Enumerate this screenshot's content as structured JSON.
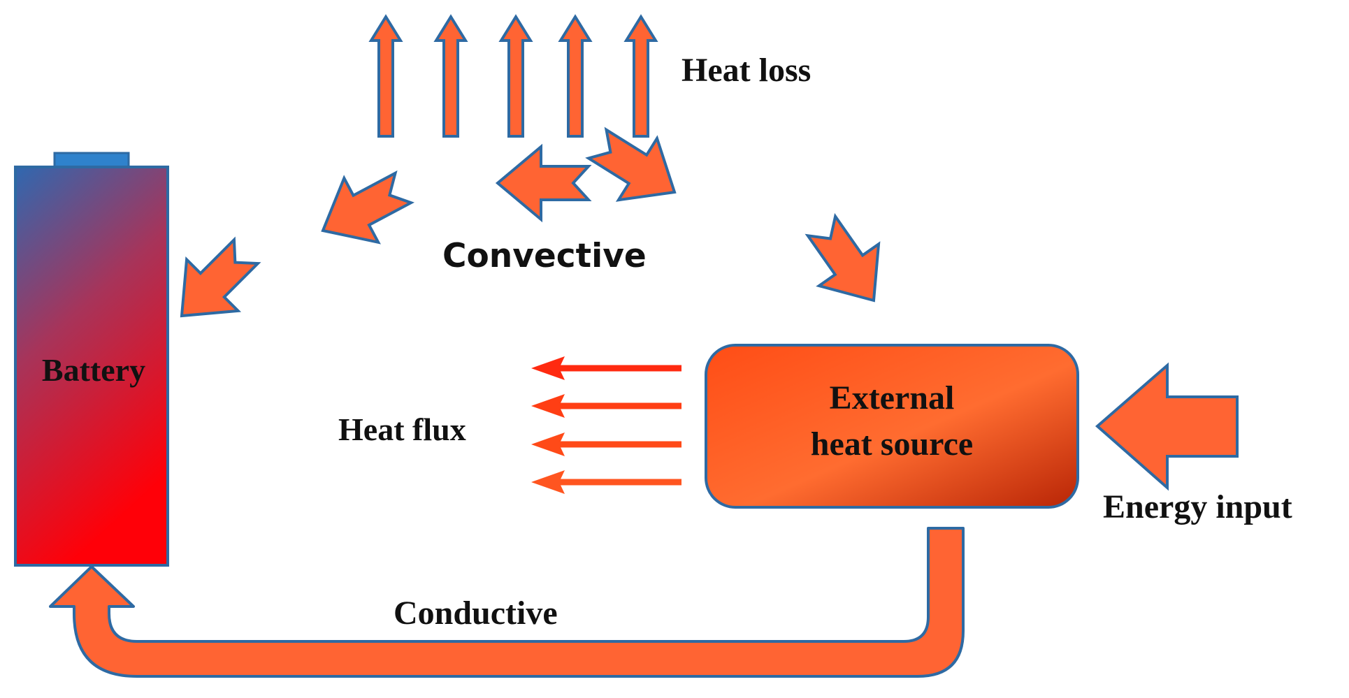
{
  "labels": {
    "heat_loss": "Heat loss",
    "convective": "Convective",
    "battery": "Battery",
    "heat_flux": "Heat flux",
    "external_line1": "External",
    "external_line2": "heat source",
    "energy_input": "Energy input",
    "conductive": "Conductive"
  },
  "colors": {
    "arrow_fill": "#ff6433",
    "arrow_stroke": "#2e6aa3",
    "flux_arrow": "#ff2a10",
    "battery_top": "#2f68b0",
    "battery_bottom": "#ff0008",
    "source_fill": "#ff5a1c",
    "source_shade": "#c42a08"
  },
  "icons": {
    "battery": "battery-icon",
    "heat_source": "heat-source-box",
    "arrows": "block-arrow-icon"
  }
}
